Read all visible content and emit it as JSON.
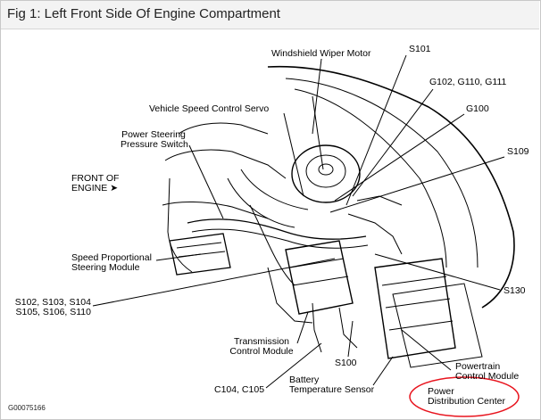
{
  "window": {
    "title": "Fig 1: Left Front Side Of Engine Compartment"
  },
  "labels": {
    "windshield_wiper_motor": "Windshield Wiper Motor",
    "s101": "S101",
    "g102_group": "G102, G110, G111",
    "vehicle_speed_control_servo": "Vehicle Speed Control Servo",
    "g100": "G100",
    "power_steering_line1": "Power Steering",
    "power_steering_line2": "Pressure Switch",
    "s109": "S109",
    "front_of_engine_line1": "FRONT OF",
    "front_of_engine_line2": "ENGINE",
    "speed_prop_line1": "Speed Proportional",
    "speed_prop_line2": "Steering Module",
    "s102_line1": "S102, S103, S104",
    "s102_line2": "S105, S106, S110",
    "s130": "S130",
    "transmission_line1": "Transmission",
    "transmission_line2": "Control Module",
    "s100": "S100",
    "powertrain_line1": "Powertrain",
    "powertrain_line2": "Control Module",
    "c104": "C104, C105",
    "battery_line1": "Battery",
    "battery_line2": "Temperature Sensor",
    "pdc_line1": "Power",
    "pdc_line2": "Distribution Center"
  },
  "figure_code": "G00075166",
  "colors": {
    "annotation_circle": "#e8141e"
  }
}
